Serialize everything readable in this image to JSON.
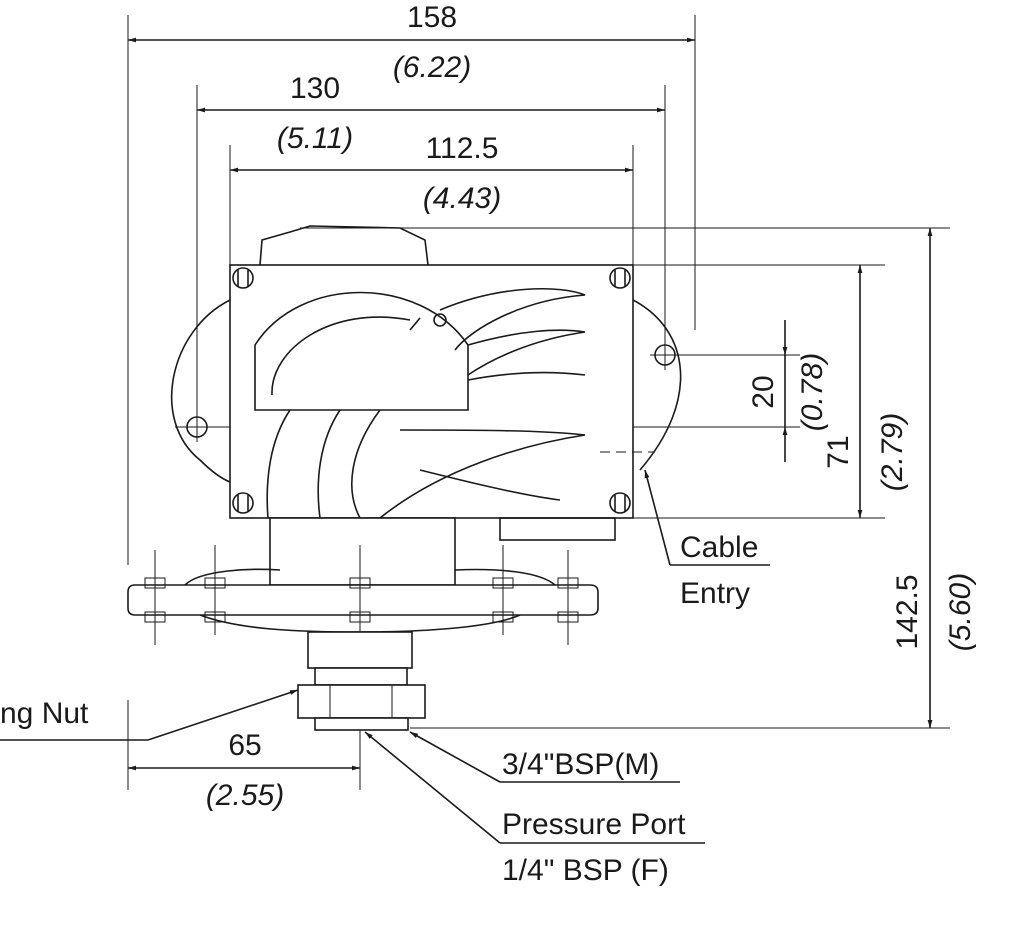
{
  "dimensions": {
    "overall_width": {
      "mm": "158",
      "in": "(6.22)"
    },
    "mount_centers": {
      "mm": "130",
      "in": "(5.11)"
    },
    "body_width": {
      "mm": "112.5",
      "in": "(4.43)"
    },
    "hole_offset": {
      "mm": "20",
      "in": "(0.78)"
    },
    "body_height": {
      "mm": "71",
      "in": "(2.79)"
    },
    "overall_height": {
      "mm": "142.5",
      "in": "(5.60)"
    },
    "port_offset": {
      "mm": "65",
      "in": "(2.55)"
    }
  },
  "labels": {
    "cable_line1": "Cable",
    "cable_line2": "Entry",
    "nut": "ng Nut",
    "thread": "3/4\"BSP(M)",
    "port_line1": "Pressure Port",
    "port_line2": "1/4\" BSP (F)"
  }
}
